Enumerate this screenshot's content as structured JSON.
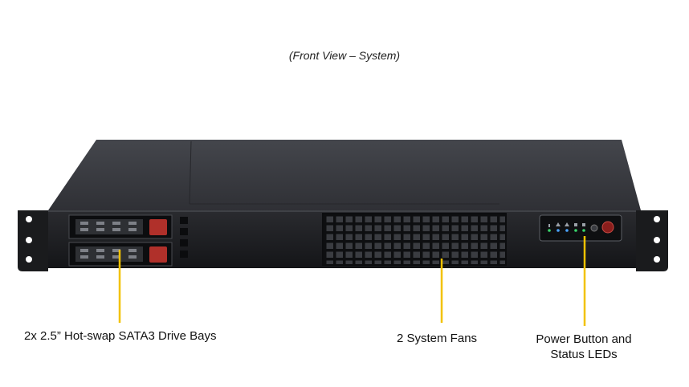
{
  "title": "(Front View – System)",
  "callouts": {
    "drive_bays": "2x 2.5” Hot-swap  SATA3 Drive Bays",
    "fans": "2 System Fans",
    "power_line1": "Power Button and",
    "power_line2": "Status LEDs"
  },
  "colors": {
    "callout_line": "#f2c200",
    "chassis_top": "#3b3d42",
    "chassis_front": "#1c1d20",
    "drive_latch": "#b0302a",
    "led_green": "#39d46b",
    "led_blue": "#4aa3ff"
  },
  "icons": [
    "power-button-icon",
    "reset-button-icon",
    "status-led-icon"
  ]
}
